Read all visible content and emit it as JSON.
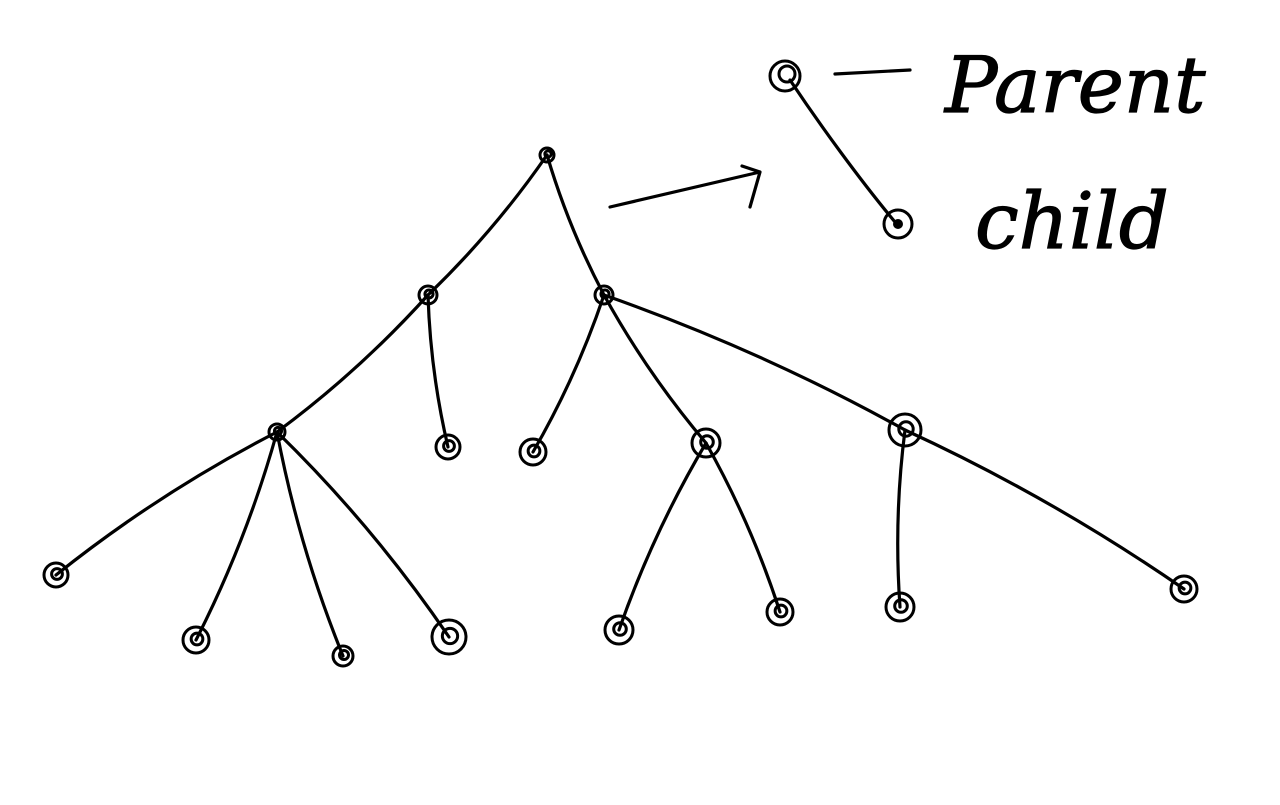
{
  "diagram": {
    "type": "tree",
    "background": "#ffffff",
    "ink_color": "#000000",
    "nodes": [
      {
        "id": "root"
      },
      {
        "id": "a"
      },
      {
        "id": "b"
      },
      {
        "id": "a1"
      },
      {
        "id": "a2"
      },
      {
        "id": "b1"
      },
      {
        "id": "b2"
      },
      {
        "id": "b3"
      },
      {
        "id": "a1-1"
      },
      {
        "id": "a1-2"
      },
      {
        "id": "a1-3"
      },
      {
        "id": "a1-4"
      },
      {
        "id": "b2-1"
      },
      {
        "id": "b2-2"
      },
      {
        "id": "b3-1"
      },
      {
        "id": "b3-2"
      }
    ],
    "edges": [
      {
        "from": "root",
        "to": "a"
      },
      {
        "from": "root",
        "to": "b"
      },
      {
        "from": "a",
        "to": "a1"
      },
      {
        "from": "a",
        "to": "a2"
      },
      {
        "from": "b",
        "to": "b1"
      },
      {
        "from": "b",
        "to": "b2"
      },
      {
        "from": "b",
        "to": "b3"
      },
      {
        "from": "a1",
        "to": "a1-1"
      },
      {
        "from": "a1",
        "to": "a1-2"
      },
      {
        "from": "a1",
        "to": "a1-3"
      },
      {
        "from": "a1",
        "to": "a1-4"
      },
      {
        "from": "b2",
        "to": "b2-1"
      },
      {
        "from": "b2",
        "to": "b2-2"
      },
      {
        "from": "b3",
        "to": "b3-1"
      },
      {
        "from": "b3",
        "to": "b3-2"
      }
    ]
  },
  "legend": {
    "parent_label": "Parent",
    "child_label": "child"
  }
}
